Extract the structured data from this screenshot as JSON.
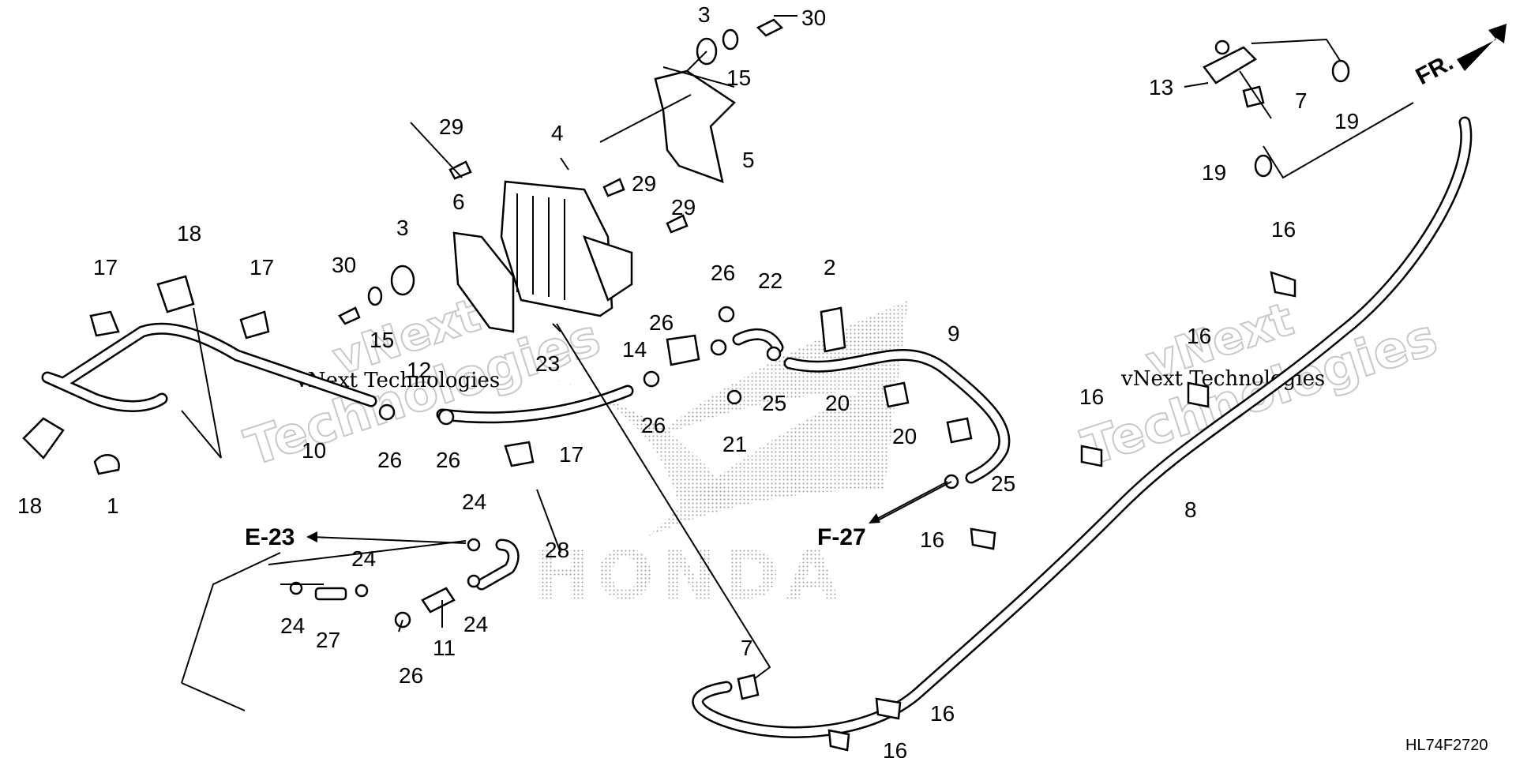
{
  "callouts": {
    "c1": "1",
    "c2": "2",
    "c3a": "3",
    "c3b": "3",
    "c4": "4",
    "c5": "5",
    "c6": "6",
    "c7a": "7",
    "c7b": "7",
    "c8": "8",
    "c9": "9",
    "c10": "10",
    "c11": "11",
    "c12": "12",
    "c13": "13",
    "c14": "14",
    "c15a": "15",
    "c15b": "15",
    "c16a": "16",
    "c16b": "16",
    "c16c": "16",
    "c16d": "16",
    "c16e": "16",
    "c16f": "16",
    "c17a": "17",
    "c17b": "17",
    "c17c": "17",
    "c18a": "18",
    "c18b": "18",
    "c19a": "19",
    "c19b": "19",
    "c20a": "20",
    "c20b": "20",
    "c21": "21",
    "c22": "22",
    "c23": "23",
    "c24a": "24",
    "c24b": "24",
    "c24c": "24",
    "c24d": "24",
    "c25a": "25",
    "c25b": "25",
    "c26a": "26",
    "c26b": "26",
    "c26c": "26",
    "c26d": "26",
    "c26e": "26",
    "c26f": "26",
    "c27": "27",
    "c28": "28",
    "c29a": "29",
    "c29b": "29",
    "c29c": "29",
    "c30a": "30",
    "c30b": "30"
  },
  "refs": {
    "e23": "E-23",
    "f27": "F-27",
    "front": "FR."
  },
  "diagram_code": "HL74F2720",
  "watermarks": {
    "line1": "vNext",
    "line2": "Technologies",
    "line3": "vNext Technologies"
  },
  "logo_text": "HONDA"
}
